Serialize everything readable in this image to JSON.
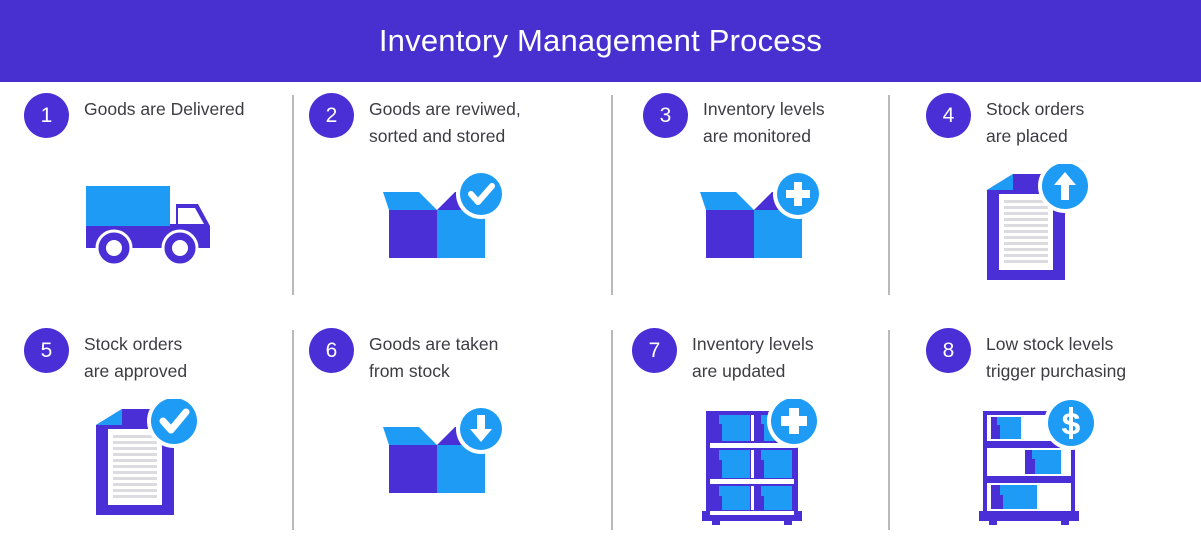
{
  "header": {
    "title": "Inventory Management Process",
    "background_color": "#4730cf",
    "text_color": "#ffffff"
  },
  "theme": {
    "purple": "#4a2fd6",
    "blue": "#1e9cf5",
    "deep_purple": "#4730cf",
    "text": "#3c3c42",
    "divider": "#b9b9bd",
    "paper": "#ffffff",
    "paper_line": "#dcdce0"
  },
  "steps": [
    {
      "number": "1",
      "label": "Goods are Delivered",
      "icon": "delivery-truck-icon",
      "badge": "none",
      "row": 1,
      "column": 1
    },
    {
      "number": "2",
      "label": "Goods are reviwed,\nsorted and stored",
      "icon": "open-box-icon",
      "badge": "check-badge-icon",
      "row": 1,
      "column": 2
    },
    {
      "number": "3",
      "label": "Inventory levels\nare monitored",
      "icon": "open-box-icon",
      "badge": "plus-badge-icon",
      "row": 1,
      "column": 3
    },
    {
      "number": "4",
      "label": "Stock orders\nare placed",
      "icon": "document-icon",
      "badge": "arrow-up-badge-icon",
      "row": 1,
      "column": 4
    },
    {
      "number": "5",
      "label": "Stock orders\nare approved",
      "icon": "document-icon",
      "badge": "check-badge-icon",
      "row": 2,
      "column": 1
    },
    {
      "number": "6",
      "label": "Goods are taken\nfrom stock",
      "icon": "open-box-icon",
      "badge": "arrow-down-badge-icon",
      "row": 2,
      "column": 2
    },
    {
      "number": "7",
      "label": "Inventory levels\nare updated",
      "icon": "full-shelf-icon",
      "badge": "plus-badge-icon",
      "row": 2,
      "column": 3
    },
    {
      "number": "8",
      "label": "Low stock levels\ntrigger purchasing",
      "icon": "low-shelf-icon",
      "badge": "dollar-badge-icon",
      "row": 2,
      "column": 4
    }
  ]
}
